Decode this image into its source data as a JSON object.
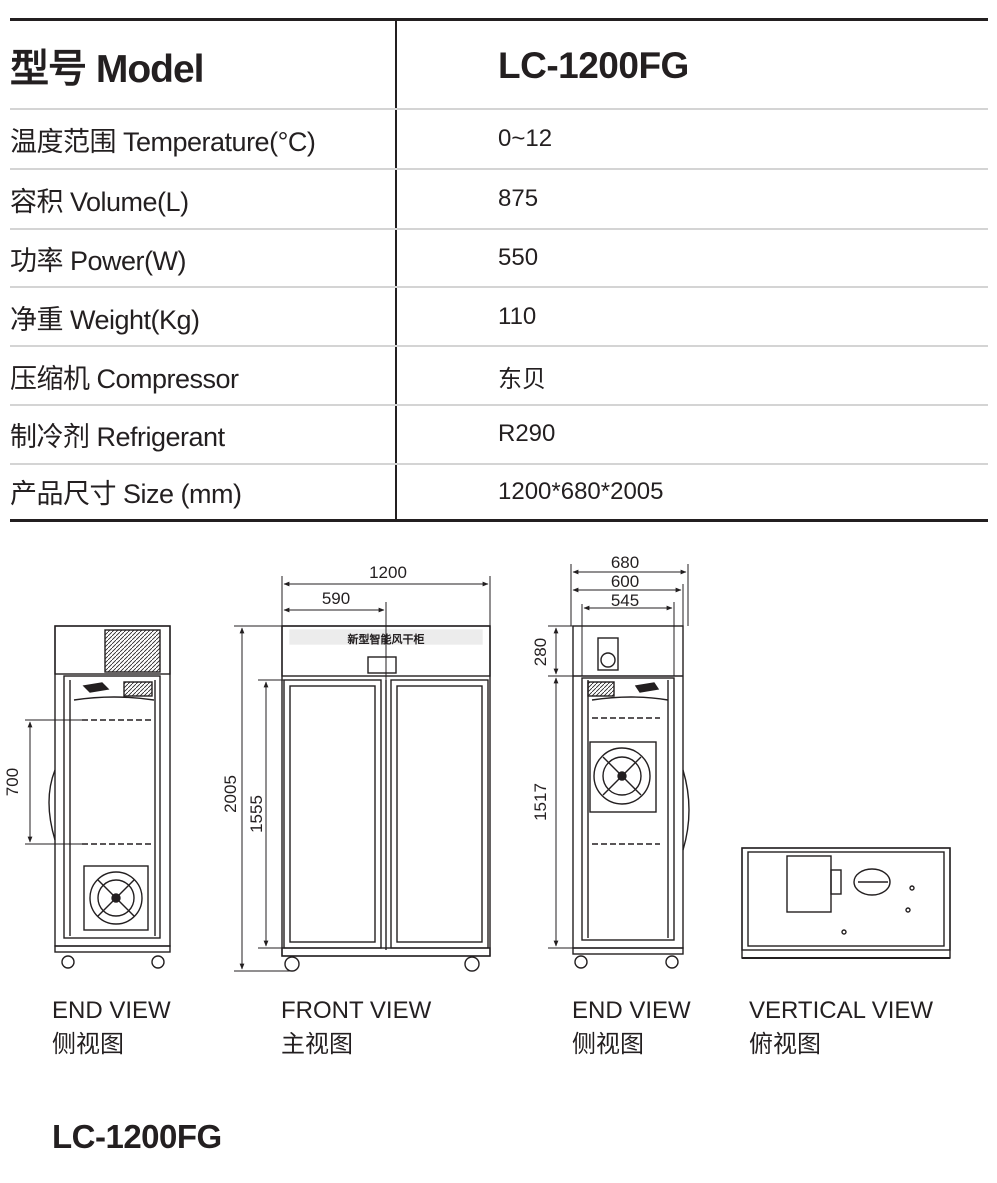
{
  "spec_table": {
    "header": {
      "label": "型号 Model",
      "value": "LC-1200FG"
    },
    "rows": [
      {
        "label": "温度范围 Temperature(°C)",
        "value": "0~12"
      },
      {
        "label": "容积 Volume(L)",
        "value": "875"
      },
      {
        "label": "功率 Power(W)",
        "value": "550"
      },
      {
        "label": "净重 Weight(Kg)",
        "value": "110"
      },
      {
        "label": "压缩机 Compressor",
        "value": "东贝"
      },
      {
        "label": "制冷剂 Refrigerant",
        "value": "R290"
      },
      {
        "label": "产品尺寸 Size (mm)",
        "value": "1200*680*2005"
      }
    ]
  },
  "drawings": {
    "end_view_left": {
      "caption_en": "END VIEW",
      "caption_cn": "侧视图",
      "dim_700": "700"
    },
    "front_view": {
      "caption_en": "FRONT VIEW",
      "caption_cn": "主视图",
      "dim_width": "1200",
      "dim_half": "590",
      "dim_height": "2005",
      "dim_door": "1555",
      "panel_text": "新型智能风干柜"
    },
    "end_view_right": {
      "caption_en": "END VIEW",
      "caption_cn": "侧视图",
      "dim_680": "680",
      "dim_600": "600",
      "dim_545": "545",
      "dim_280": "280",
      "dim_1517": "1517"
    },
    "vertical_view": {
      "caption_en": "VERTICAL VIEW",
      "caption_cn": "俯视图"
    }
  },
  "footer": {
    "model": "LC-1200FG"
  },
  "colors": {
    "ink": "#231f20",
    "rule_light": "#d4d4d4"
  }
}
